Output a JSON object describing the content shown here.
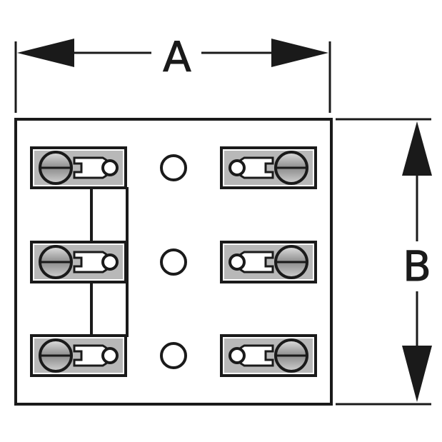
{
  "dimensions": {
    "width_label": "A",
    "height_label": "B"
  },
  "colors": {
    "line": "#1a1a1a",
    "background": "#ffffff",
    "shade": "#9a9a9a",
    "shade_light": "#d9d9d9"
  },
  "terminal_rows": 3,
  "terminal_columns": 2,
  "mounting_holes": 3
}
